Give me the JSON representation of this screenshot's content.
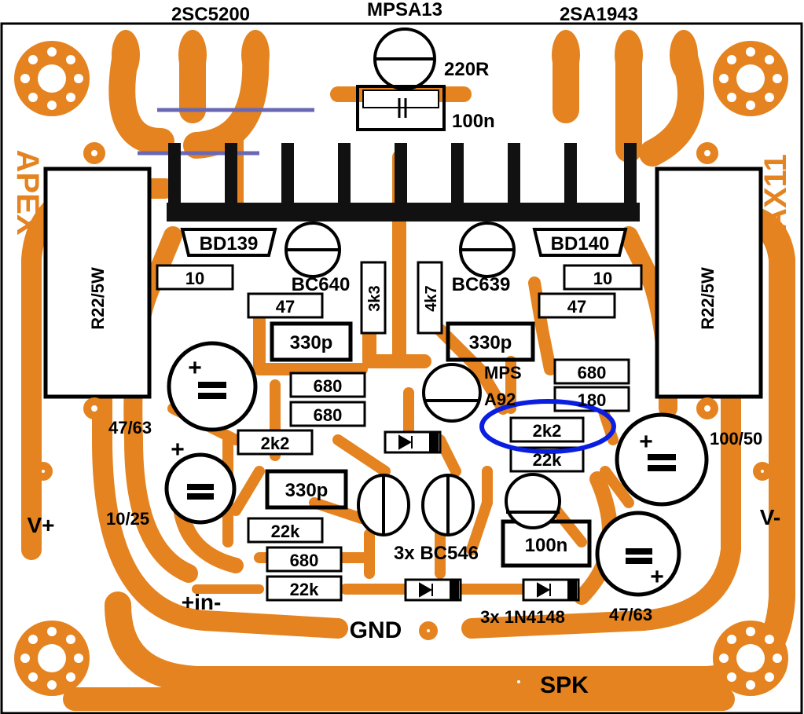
{
  "colors": {
    "copper": "#e4831f",
    "board": "#ffffff",
    "ink": "#000000",
    "jumper": "#6a68b5",
    "highlight": "#0a1ee0"
  },
  "top_labels": {
    "npn_output": "2SC5200",
    "driver": "MPSA13",
    "pnp_output": "2SA1943"
  },
  "side_text": {
    "left": "APEX",
    "right": "AX11"
  },
  "components": {
    "r_220": "220R",
    "c_100n_top": "100n",
    "q_bd139": "BD139",
    "q_bd140": "BD140",
    "r22_left": "R22/5W",
    "r22_right": "R22/5W",
    "r_10_left": "10",
    "r_10_right": "10",
    "q_bc640": "BC640",
    "q_bc639": "BC639",
    "r_3k3": "3k3",
    "r_4k7": "4k7",
    "r_47_left": "47",
    "r_47_right": "47",
    "c_330p_left": "330p",
    "c_330p_right": "330p",
    "r_680_a": "680",
    "r_680_b": "680",
    "r_680_c": "680",
    "r_680_right": "680",
    "r_180": "180",
    "q_mps_line1": "MPS",
    "q_mps_line2": "A92",
    "r_2k2_left": "2k2",
    "r_2k2_right": "2k2",
    "r_22k_right": "22k",
    "r_22k_a": "22k",
    "r_22k_b": "22k",
    "c_47_63_left": "47/63",
    "c_10_25": "10/25",
    "c_100_50": "100/50",
    "c_47_63_right": "47/63",
    "c_330p_bottom": "330p",
    "c_100n_bottom": "100n",
    "q_bc546": "3x BC546",
    "d_1n4148": "3x 1N4148"
  },
  "polarity": {
    "plus_left_cap": "+",
    "plus_small_cap": "+",
    "plus_right_cap": "+",
    "plus_bottom_cap": "+"
  },
  "connectors": {
    "vplus": "V+",
    "vminus": "V-",
    "input": "+in-",
    "gnd": "GND",
    "spk": "SPK"
  }
}
